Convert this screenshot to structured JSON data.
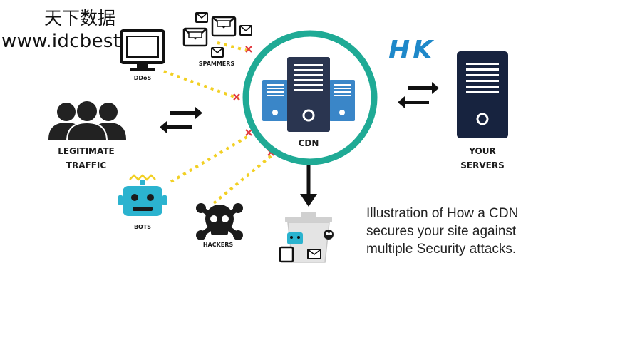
{
  "watermark": {
    "line1": "天下数据",
    "line2": "www.idcbest.com"
  },
  "brand_tag": "HK",
  "nodes": {
    "cdn": "CDN",
    "spammers": "SPAMMERS",
    "ddos": "DDoS",
    "legitimate_line1": "LEGITIMATE",
    "legitimate_line2": "TRAFFIC",
    "bots": "BOTS",
    "hackers": "HACKERS",
    "servers_line1": "YOUR",
    "servers_line2": "SERVERS"
  },
  "caption": {
    "line1": "Illustration of How a CDN",
    "line2": "secures your site against",
    "line3": "multiple Security attacks."
  },
  "colors": {
    "ring": "#1faa95",
    "server_dark": "#2a3550",
    "server_blue": "#3a86c8",
    "dotted_line": "#f2d024",
    "block_mark": "#e0373e",
    "bot": "#2bb3cf",
    "your_server": "#17233f"
  }
}
